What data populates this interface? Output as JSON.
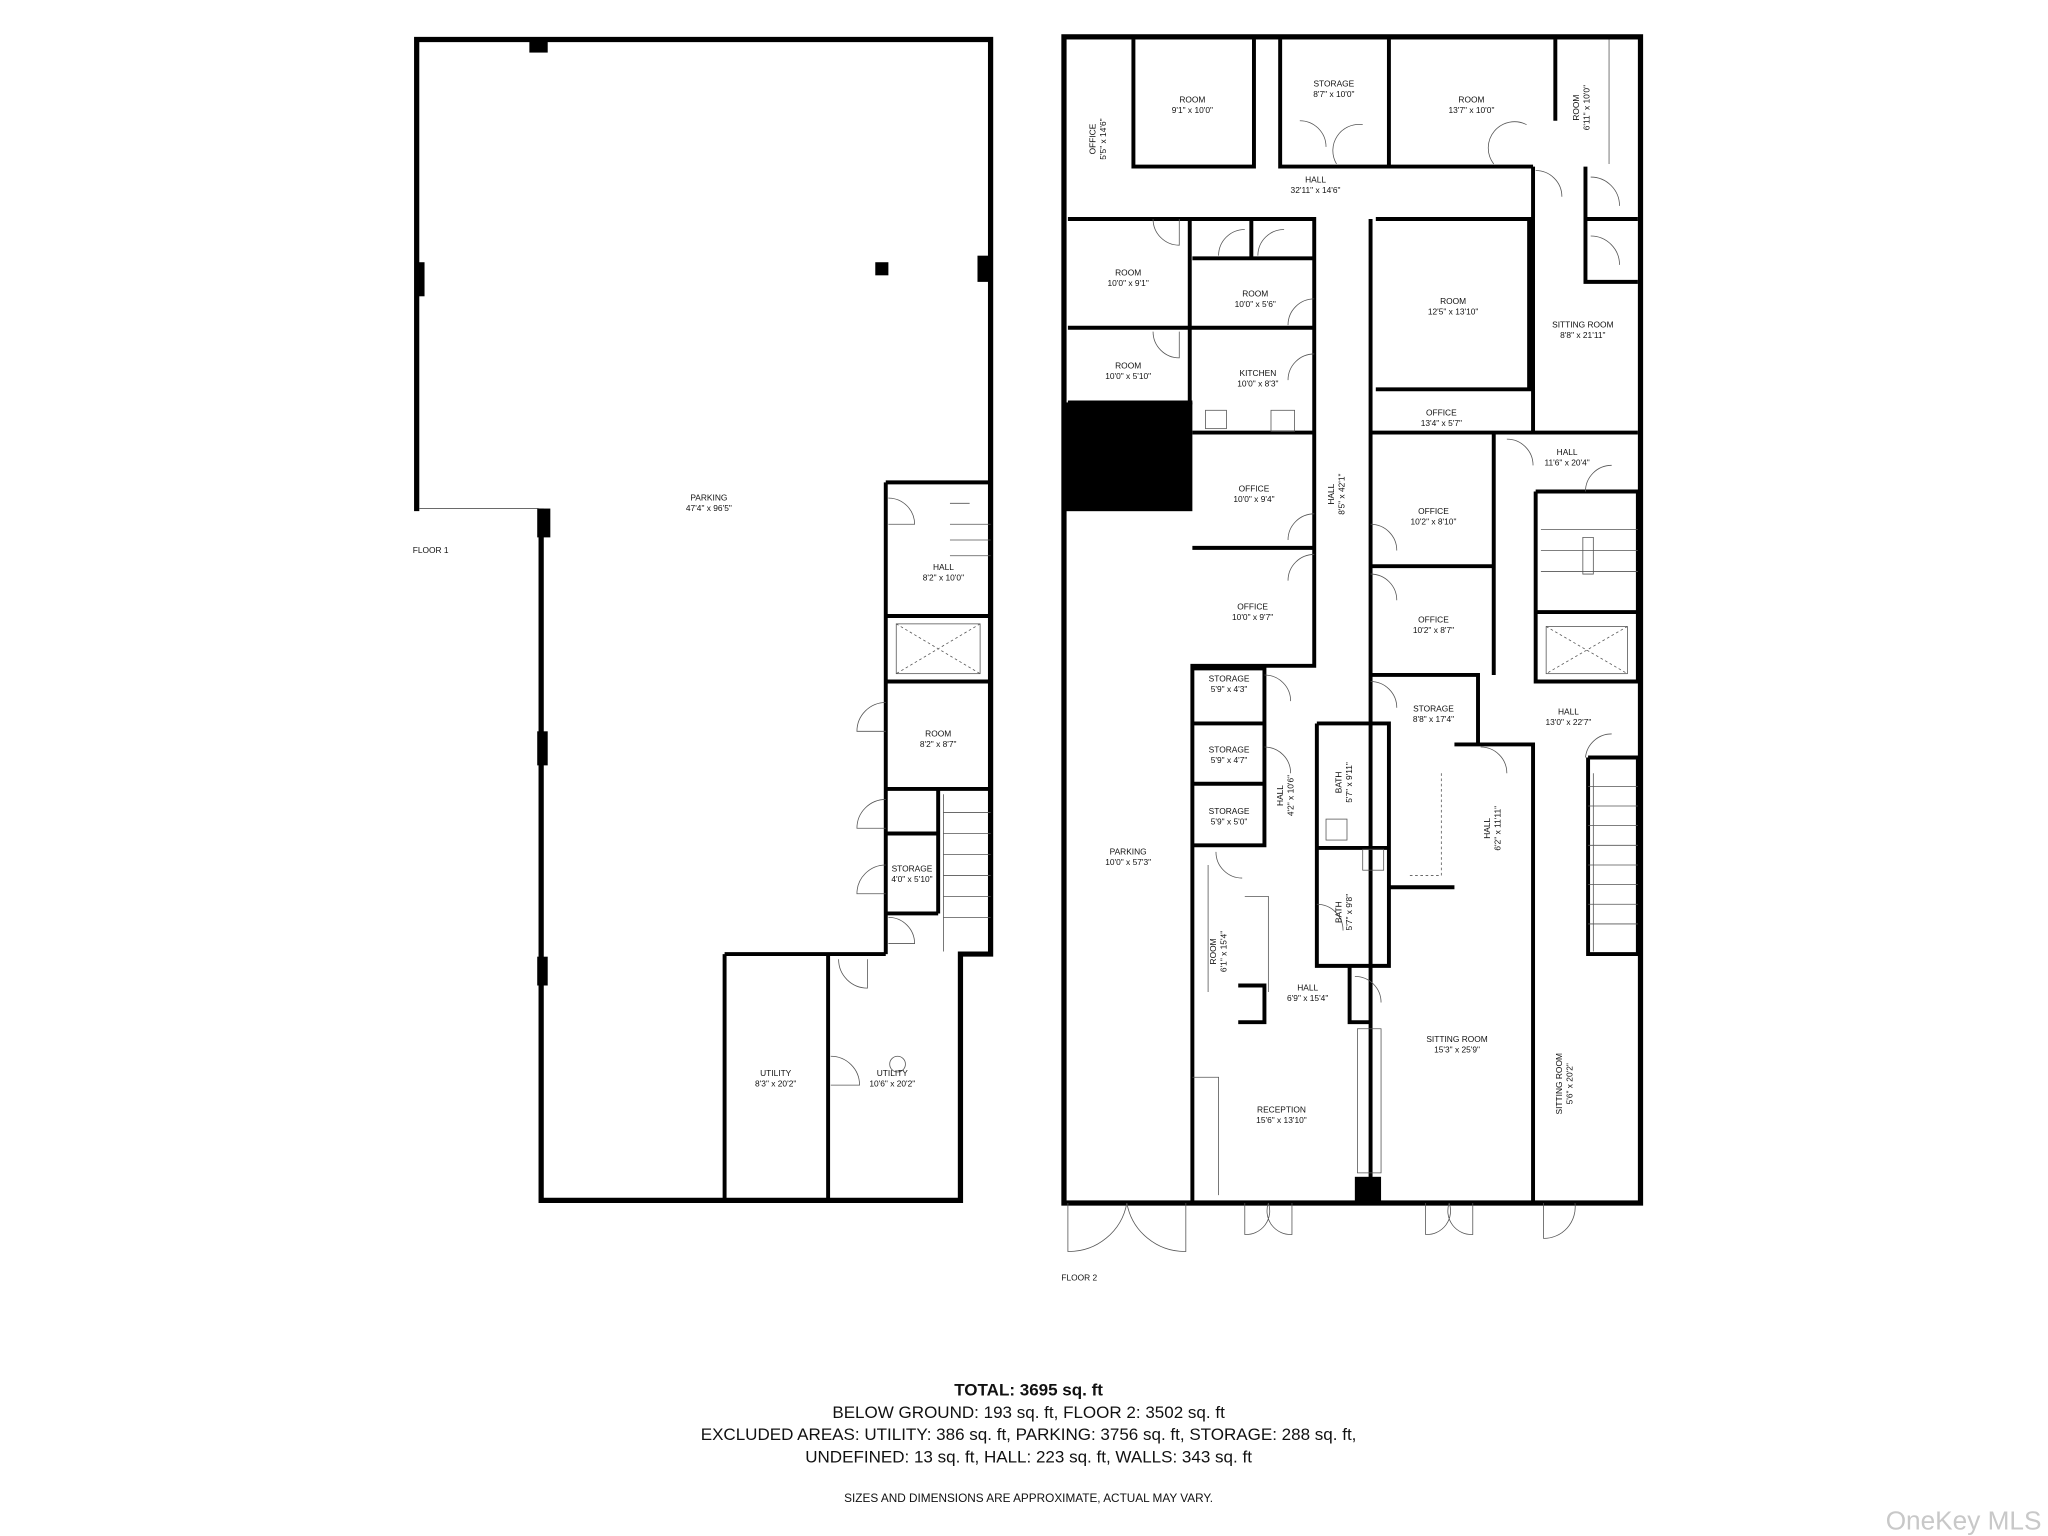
{
  "floor1": {
    "label": "FLOOR 1",
    "rooms": [
      {
        "name": "PARKING",
        "dims": "47'4\" x 96'5\""
      },
      {
        "name": "HALL",
        "dims": "8'2\" x 10'0\""
      },
      {
        "name": "ROOM",
        "dims": "8'2\" x 8'7\""
      },
      {
        "name": "STORAGE",
        "dims": "4'0\" x 5'10\""
      },
      {
        "name": "UTILITY",
        "dims": "8'3\" x 20'2\""
      },
      {
        "name": "UTILITY",
        "dims": "10'6\" x 20'2\""
      }
    ]
  },
  "floor2": {
    "label": "FLOOR 2",
    "rooms": [
      {
        "name": "OFFICE",
        "dims": "5'5\" x 14'6\""
      },
      {
        "name": "ROOM",
        "dims": "9'1\" x 10'0\""
      },
      {
        "name": "STORAGE",
        "dims": "8'7\" x 10'0\""
      },
      {
        "name": "ROOM",
        "dims": "13'7\" x 10'0\""
      },
      {
        "name": "ROOM",
        "dims": "6'11\" x 10'0\""
      },
      {
        "name": "HALL",
        "dims": "32'11\" x 14'6\""
      },
      {
        "name": "ROOM",
        "dims": "10'0\" x 9'1\""
      },
      {
        "name": "ROOM",
        "dims": "10'0\" x 5'6\""
      },
      {
        "name": "ROOM",
        "dims": "10'0\" x 5'10\""
      },
      {
        "name": "KITCHEN",
        "dims": "10'0\" x 8'3\""
      },
      {
        "name": "ROOM",
        "dims": "12'5\" x 13'10\""
      },
      {
        "name": "SITTING ROOM",
        "dims": "8'8\" x 21'11\""
      },
      {
        "name": "OFFICE",
        "dims": "13'4\" x 5'7\""
      },
      {
        "name": "HALL",
        "dims": "11'6\" x 20'4\""
      },
      {
        "name": "OFFICE",
        "dims": "10'0\" x 9'4\""
      },
      {
        "name": "HALL",
        "dims": "8'5\" x 42'1\""
      },
      {
        "name": "OFFICE",
        "dims": "10'2\" x 8'10\""
      },
      {
        "name": "OFFICE",
        "dims": "10'0\" x 9'7\""
      },
      {
        "name": "OFFICE",
        "dims": "10'2\" x 8'7\""
      },
      {
        "name": "STORAGE",
        "dims": "5'9\" x 4'3\""
      },
      {
        "name": "STORAGE",
        "dims": "8'8\" x 17'4\""
      },
      {
        "name": "HALL",
        "dims": "13'0\" x 22'7\""
      },
      {
        "name": "STORAGE",
        "dims": "5'9\" x 4'7\""
      },
      {
        "name": "HALL",
        "dims": "4'2\" x 10'6\""
      },
      {
        "name": "BATH",
        "dims": "5'7\" x 9'11\""
      },
      {
        "name": "HALL",
        "dims": "6'2\" x 11'11\""
      },
      {
        "name": "STORAGE",
        "dims": "5'9\" x 5'0\""
      },
      {
        "name": "PARKING",
        "dims": "10'0\" x 57'3\""
      },
      {
        "name": "BATH",
        "dims": "5'7\" x 9'8\""
      },
      {
        "name": "ROOM",
        "dims": "6'1\" x 15'4\""
      },
      {
        "name": "HALL",
        "dims": "6'9\" x 15'4\""
      },
      {
        "name": "SITTING ROOM",
        "dims": "15'3\" x 25'9\""
      },
      {
        "name": "SITTING ROOM",
        "dims": "5'6\" x 20'2\""
      },
      {
        "name": "RECEPTION",
        "dims": "15'6\" x 13'10\""
      }
    ]
  },
  "summary": {
    "total": "TOTAL: 3695 sq. ft",
    "line1": "BELOW GROUND: 193 sq. ft, FLOOR 2: 3502 sq. ft",
    "line2": "EXCLUDED AREAS: UTILITY: 386 sq. ft, PARKING: 3756 sq. ft, STORAGE: 288 sq. ft,",
    "line3": "UNDEFINED: 13 sq. ft, HALL: 223 sq. ft, WALLS: 343 sq. ft",
    "disclaimer": "SIZES AND DIMENSIONS ARE APPROXIMATE, ACTUAL MAY VARY."
  },
  "watermark": "OneKey MLS"
}
